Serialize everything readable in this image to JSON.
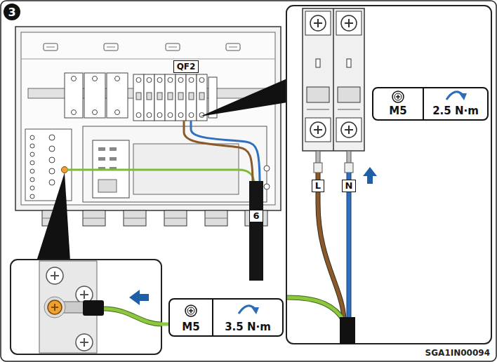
{
  "diagram": {
    "nodes": [
      {
        "text": [
          "3"
        ]
      },
      {
        "text": [
          "QF2"
        ]
      },
      {
        "text": [
          "M5",
          "2.5 N·m"
        ]
      },
      {
        "text": [
          "L"
        ]
      },
      {
        "text": [
          "N"
        ]
      },
      {
        "text": [
          "6"
        ]
      },
      {
        "text": [
          "M5",
          "3.5 N·m"
        ]
      }
    ],
    "labels": [
      "SGA1IN00094"
    ]
  }
}
